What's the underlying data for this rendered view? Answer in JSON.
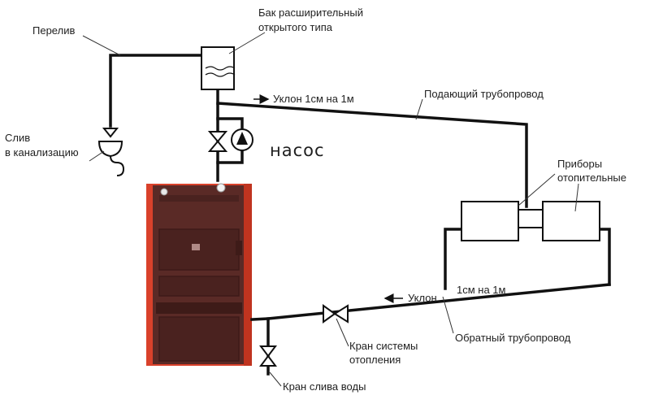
{
  "labels": {
    "overflow": "Перелив",
    "tank_line1": "Бак расширительный",
    "tank_line2": "открытого типа",
    "drain_line1": "Слив",
    "drain_line2": "в канализацию",
    "slope_top": "Уклон 1см на 1м",
    "supply_pipe": "Подающий трубопровод",
    "pump": "насос",
    "radiators_line1": "Приборы",
    "radiators_line2": "отопительные",
    "slope_bottom_a": "Уклон",
    "slope_bottom_b": "1см на 1м",
    "return_pipe": "Обратный трубопровод",
    "heating_valve_line1": "Кран системы",
    "heating_valve_line2": "отопления",
    "drain_valve": "Кран слива воды"
  },
  "colors": {
    "pipe": "#111111",
    "boiler_body": "#5a2a26",
    "boiler_side": "#d9412b",
    "boiler_dark": "#3e1b18",
    "tank_fill": "#ffffff"
  }
}
